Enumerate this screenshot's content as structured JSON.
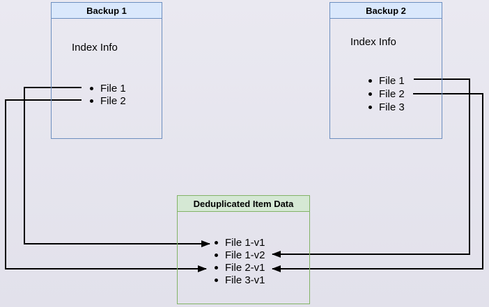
{
  "colors": {
    "background_top": "#eae9f1",
    "background_bottom": "#e2e1eb",
    "blue_fill": "#dae8fc",
    "blue_border": "#6c8ebf",
    "green_fill": "#d5e8d4",
    "green_border": "#82b366",
    "line_color": "#000000",
    "text_color": "#000000"
  },
  "backup1": {
    "title": "Backup 1",
    "subtitle": "Index Info",
    "items": [
      "File 1",
      "File 2"
    ]
  },
  "backup2": {
    "title": "Backup 2",
    "subtitle": "Index Info",
    "items": [
      "File 1",
      "File 2",
      "File 3"
    ]
  },
  "dedup": {
    "title": "Deduplicated Item Data",
    "items": [
      "File 1-v1",
      "File 1-v2",
      "File 2-v1",
      "File 3-v1"
    ]
  },
  "connections": [
    {
      "from": "Backup 1 / File 1",
      "to": "File 1-v1"
    },
    {
      "from": "Backup 1 / File 2",
      "to": "File 2-v1"
    },
    {
      "from": "Backup 2 / File 1",
      "to": "File 1-v2"
    },
    {
      "from": "Backup 2 / File 2",
      "to": "File 2-v1"
    }
  ]
}
